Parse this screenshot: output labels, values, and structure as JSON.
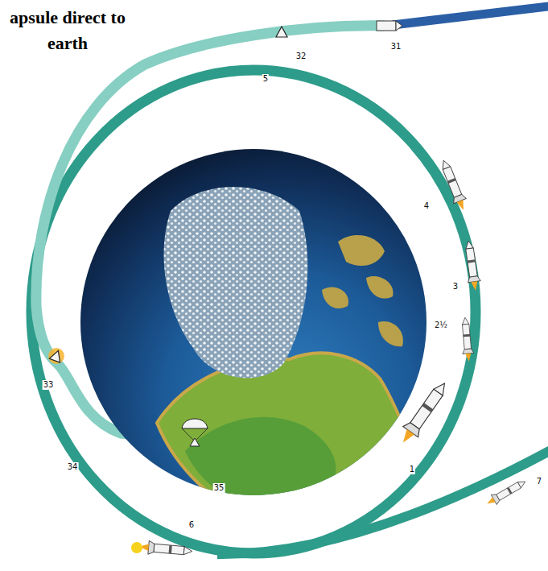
{
  "diagram": {
    "title": "apsule direct to earth",
    "labels": [
      "32",
      "31",
      "5",
      "4",
      "3",
      "2½",
      "1",
      "33",
      "34",
      "35",
      "6",
      "7"
    ]
  }
}
